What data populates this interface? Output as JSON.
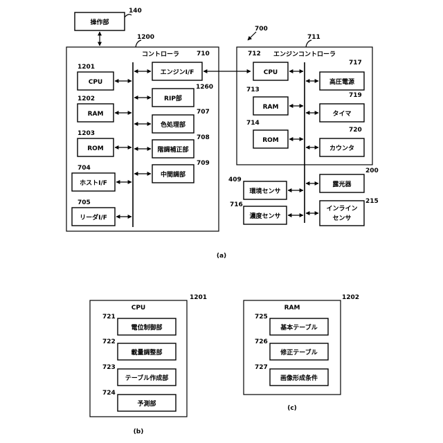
{
  "panel_a": {
    "figure_ref": "700",
    "operation_unit": {
      "label": "操作部",
      "ref": "140"
    },
    "controller": {
      "title": "コントローラ",
      "ref": "1200",
      "left_blocks": [
        {
          "label": "CPU",
          "ref": "1201"
        },
        {
          "label": "RAM",
          "ref": "1202"
        },
        {
          "label": "ROM",
          "ref": "1203"
        },
        {
          "label": "ホストI/F",
          "ref": "704"
        },
        {
          "label": "リーダI/F",
          "ref": "705"
        }
      ],
      "right_blocks": [
        {
          "label": "エンジンI/F",
          "ref": "710"
        },
        {
          "label": "RIP部",
          "ref": "1260"
        },
        {
          "label": "色処理部",
          "ref": "707"
        },
        {
          "label": "階調補正部",
          "ref": "708"
        },
        {
          "label": "中間調部",
          "ref": "709"
        }
      ]
    },
    "engine_controller": {
      "title": "エンジンコントローラ",
      "ref": "711",
      "left_blocks": [
        {
          "label": "CPU",
          "ref": "712"
        },
        {
          "label": "RAM",
          "ref": "713"
        },
        {
          "label": "ROM",
          "ref": "714"
        }
      ],
      "right_blocks": [
        {
          "label": "高圧電源",
          "ref": "717"
        },
        {
          "label": "タイマ",
          "ref": "719"
        },
        {
          "label": "カウンタ",
          "ref": "720"
        }
      ]
    },
    "external_left": [
      {
        "label": "環境センサ",
        "ref": "409"
      },
      {
        "label": "濃度センサ",
        "ref": "716"
      }
    ],
    "external_right": [
      {
        "label": "露光器",
        "ref": "200"
      },
      {
        "label": "インライン",
        "label2": "センサ",
        "ref": "215"
      }
    ],
    "caption": "(a)"
  },
  "panel_b": {
    "title": "CPU",
    "ref": "1201",
    "blocks": [
      {
        "label": "電位制御部",
        "ref": "721"
      },
      {
        "label": "載量調整部",
        "ref": "722"
      },
      {
        "label": "テーブル作成部",
        "ref": "723"
      },
      {
        "label": "予測部",
        "ref": "724"
      }
    ],
    "caption": "(b)"
  },
  "panel_c": {
    "title": "RAM",
    "ref": "1202",
    "blocks": [
      {
        "label": "基本テーブル",
        "ref": "725"
      },
      {
        "label": "修正テーブル",
        "ref": "726"
      },
      {
        "label": "画像形成条件",
        "ref": "727"
      }
    ],
    "caption": "(c)"
  }
}
